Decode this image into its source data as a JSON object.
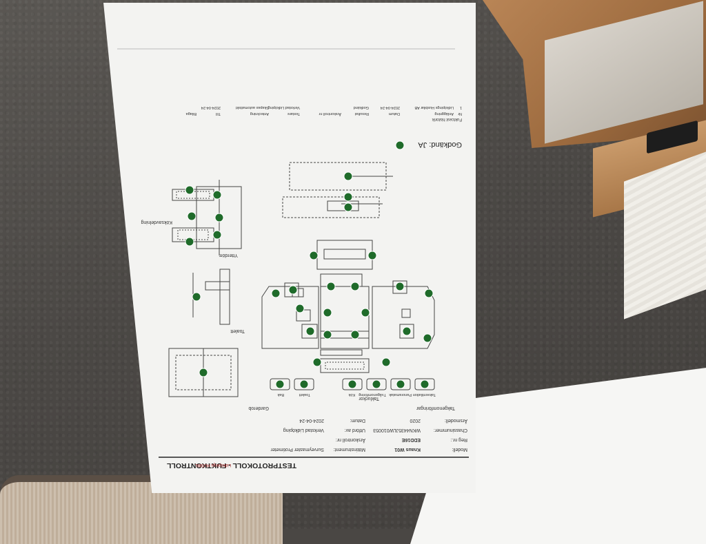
{
  "document": {
    "title": "TESTPROTOKOLL - FUKTKONTROLL",
    "header_fields": [
      {
        "label": "Modell:",
        "value": "Knaus W01"
      },
      {
        "label": "Reg nr.:",
        "value": "EDD16E"
      },
      {
        "label": "Chassinummer:",
        "value": "WKN4435JLW010053"
      },
      {
        "label": "Årsmodell:",
        "value": "2020"
      }
    ],
    "header_fields_right": [
      {
        "label": "Mätinstrument:",
        "value": "Surveymaster Protimeter"
      },
      {
        "label": "Årskontroll nr:",
        "value": ""
      },
      {
        "label": "Utförd av:",
        "value": "Verkstad Lidköping"
      },
      {
        "label": "Datum:",
        "value": "2024-04-24"
      }
    ],
    "legend_header": "Takgenomföringar",
    "legend": [
      "Takventilation",
      "Panoramatak",
      "Tvågenomföring",
      "Kök",
      "Toalett",
      "Bak"
    ],
    "section_labels": {
      "takluckor": "Takluckor",
      "garderob": "Garderob",
      "toalett": "Toalett",
      "ytterdorr": "Ytterdörr",
      "koksavdelning": "Köksavdelning"
    },
    "godkand": "Godkänd: JA",
    "history_header": "Fuktcest historik",
    "history_columns": [
      "Nr",
      "Anläggning",
      "Datum",
      "Resultat",
      "Årskontroll nr",
      "Testare",
      "Anteckning",
      "Till",
      "Bilaga"
    ],
    "history_row": [
      "1",
      "Lidköpings Husbilar AB",
      "2024-04-24",
      "Godkänd",
      "",
      "Verkstad Lidköping",
      "Skapas automatiskt",
      "2024-04-24",
      ""
    ],
    "logo_text": "Lidköpings HUSBIL",
    "check_color": "#1f6b2a"
  }
}
